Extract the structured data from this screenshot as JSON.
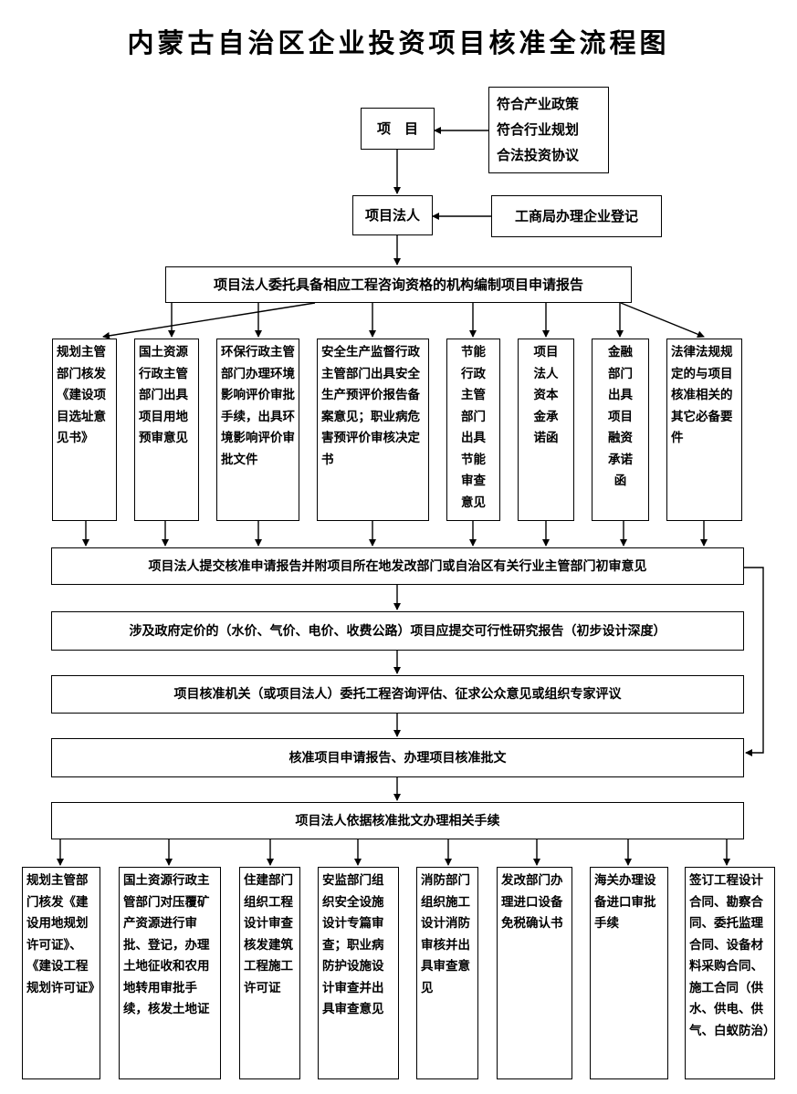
{
  "title": "内蒙古自治区企业投资项目核准全流程图",
  "top": {
    "project": "项　目",
    "conditions": "符合产业政策\n符合行业规划\n合法投资协议",
    "legal_person": "项目法人",
    "registration": "工商局办理企业登记",
    "report": "项目法人委托具备相应工程咨询资格的机构编制项目申请报告"
  },
  "documents": [
    "规划主管部门核发《建设项目选址意见书》",
    "国土资源行政主管部门出具项目用地预审意见",
    "环保行政主管部门办理环境影响评价审批手续，出具环境影响评价审批文件",
    "安全生产监督行政主管部门出具安全生产预评价报告备案意见；职业病危害预评价审核决定书",
    "节能\n行政\n主管\n部门\n出具\n节能\n审查\n意见",
    "项目\n法人\n资本\n金承\n诺函",
    "金融\n部门\n出具\n项目\n融资\n承诺\n函",
    "法律法规规定的与项目核准相关的其它必备要件"
  ],
  "steps": [
    "项目法人提交核准申请报告并附项目所在地发改部门或自治区有关行业主管部门初审意见",
    "涉及政府定价的（水价、气价、电价、收费公路）项目应提交可行性研究报告（初步设计深度）",
    "项目核准机关（或项目法人）委托工程咨询评估、征求公众意见或组织专家评议",
    "核准项目申请报告、办理项目核准批文",
    "项目法人依据核准批文办理相关手续"
  ],
  "procedures": [
    "规划主管部门核发《建设用地规划许可证》、《建设工程规划许可证》",
    "国土资源行政主管部门对压覆矿产资源进行审批、登记，办理土地征收和农用地转用审批手续，核发土地证",
    "住建部门组织工程设计审查核发建筑工程施工许可证",
    "安监部门组织安全设施设计专篇审查；职业病防护设施设计审查并出具审查意见",
    "消防部门组织施工设计消防审核并出具审查意见",
    "发改部门办理进口设备免税确认书",
    "海关办理设备进口审批手续",
    "签订工程设计合同、勘察合同、委托监理合同、设备材料采购合同、施工合同（供水、供电、供气、白蚁防治）"
  ]
}
